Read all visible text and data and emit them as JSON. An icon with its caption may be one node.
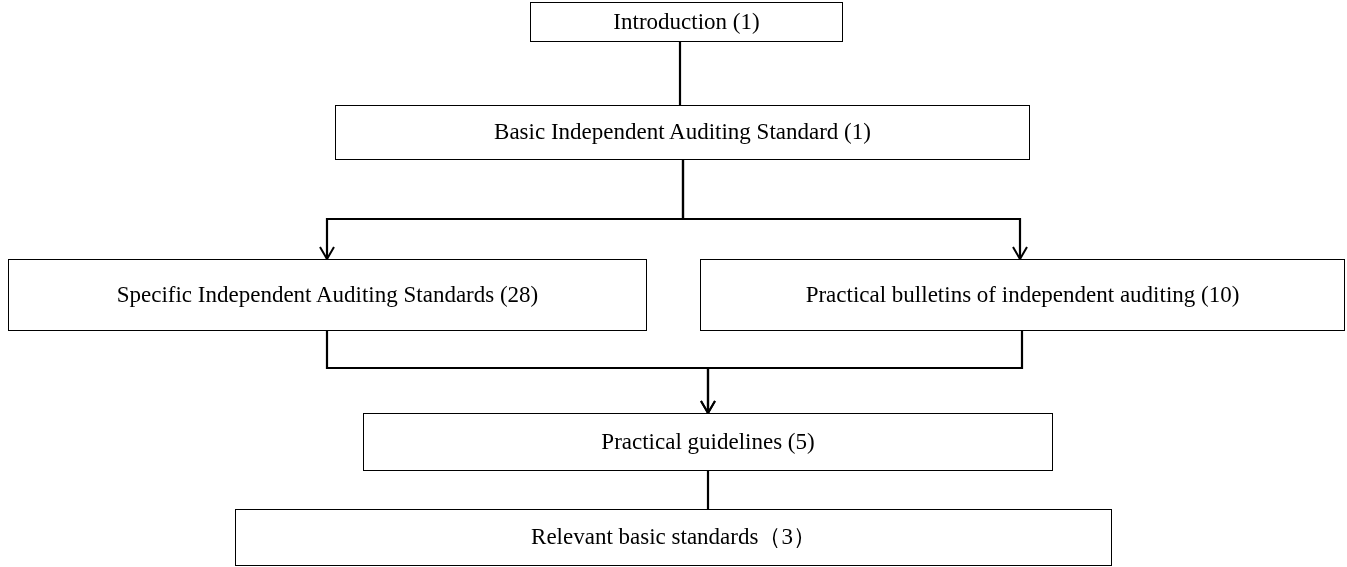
{
  "diagram": {
    "nodes": [
      {
        "text": [
          "Introduction (1)"
        ]
      },
      {
        "text": [
          "Basic Independent Auditing Standard (1)"
        ]
      },
      {
        "text": [
          "Specific Independent Auditing Standards (28)"
        ]
      },
      {
        "text": [
          "Practical bulletins of independent auditing (10)"
        ]
      },
      {
        "text": [
          "Practical guidelines (5)"
        ]
      },
      {
        "text": [
          "Relevant basic standards（3）"
        ]
      }
    ],
    "edges": [
      {
        "from": 0,
        "to": 1,
        "arrow": "none"
      },
      {
        "from": 1,
        "to": 2,
        "arrow": "to"
      },
      {
        "from": 1,
        "to": 3,
        "arrow": "to"
      },
      {
        "from": 2,
        "to": 4,
        "arrow": "to"
      },
      {
        "from": 3,
        "to": 4,
        "arrow": "to"
      },
      {
        "from": 4,
        "to": 5,
        "arrow": "none"
      }
    ]
  }
}
